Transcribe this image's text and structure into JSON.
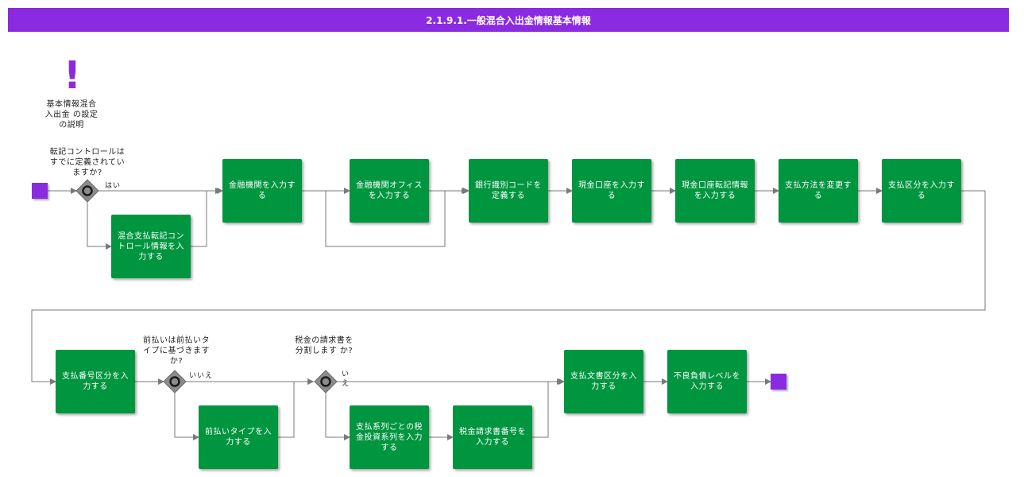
{
  "header": {
    "title": "2.1.9.1.一般混合入出金情報基本情報"
  },
  "annotation": {
    "icon": "exclamation-icon",
    "text": "基本情報混合入出金 の設定の説明"
  },
  "gateways": {
    "g1": {
      "question": "転記コントロールはすでに定義されていますか?",
      "yes": "はい"
    },
    "g2": {
      "question": "前払いは前払いタイプに基づきます か?",
      "no": "いいえ"
    },
    "g3": {
      "question": "税金の請求書を 分割します か?",
      "answer": "いえ"
    }
  },
  "tasks": {
    "t_kinyu": "金融機関を入力する",
    "t_mixed": "混合支払転記コントロール情報を入力する",
    "t_office": "金融機関オフィスを入力する",
    "t_bankcode": "銀行識別コードを定義する",
    "t_cash": "現金口座を入力する",
    "t_cashpost": "現金口座転記情報を入力する",
    "t_method": "支払方法を変更する",
    "t_kubun": "支払区分を入力する",
    "t_bango": "支払番号区分を入力する",
    "t_prepay": "前払いタイプを入力する",
    "t_tax": "支払系列ごとの税金投資系列を入力する",
    "t_taxno": "税金請求書番号を入力する",
    "t_doc": "支払文書区分を入力する",
    "t_bad": "不良負債レベルを入力する"
  },
  "colors": {
    "accent": "#8a2be2",
    "task": "#00953f",
    "line": "#7a7a7a",
    "gateway": "#8c8c8c"
  }
}
